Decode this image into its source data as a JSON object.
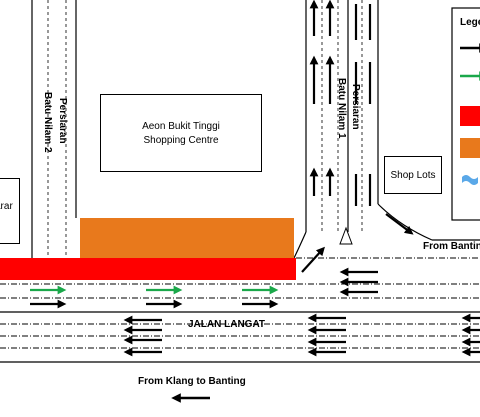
{
  "colors": {
    "background": "#ffffff",
    "line": "#000000",
    "arrow_black": "#000000",
    "arrow_green": "#1aa84a",
    "zone_red": "#ff0000",
    "zone_orange": "#e8791c",
    "legend_blue": "#5aa8e8"
  },
  "labels": {
    "aeon_line1": "Aeon Bukit Tinggi",
    "aeon_line2": "Shopping Centre",
    "shop_lots": "Shop Lots",
    "jalan_langat": "JALAN LANGAT",
    "from_banting": "From Bantin",
    "from_klang": "From Klang to Banting",
    "persiaran_left": "Persiaran",
    "batu_nilam_2": "Batu Nilam 2",
    "persiaran_right": "Persiaran",
    "batu_nilam_1": "Batu Nilam 1",
    "partial_left_box": "arar",
    "legend_title": "Lege"
  },
  "legend": {
    "items": [
      {
        "icon": "black-arrow-icon"
      },
      {
        "icon": "green-arrow-icon"
      },
      {
        "icon": "red-swatch-icon"
      },
      {
        "icon": "orange-swatch-icon"
      },
      {
        "icon": "blue-flag-icon"
      }
    ]
  }
}
